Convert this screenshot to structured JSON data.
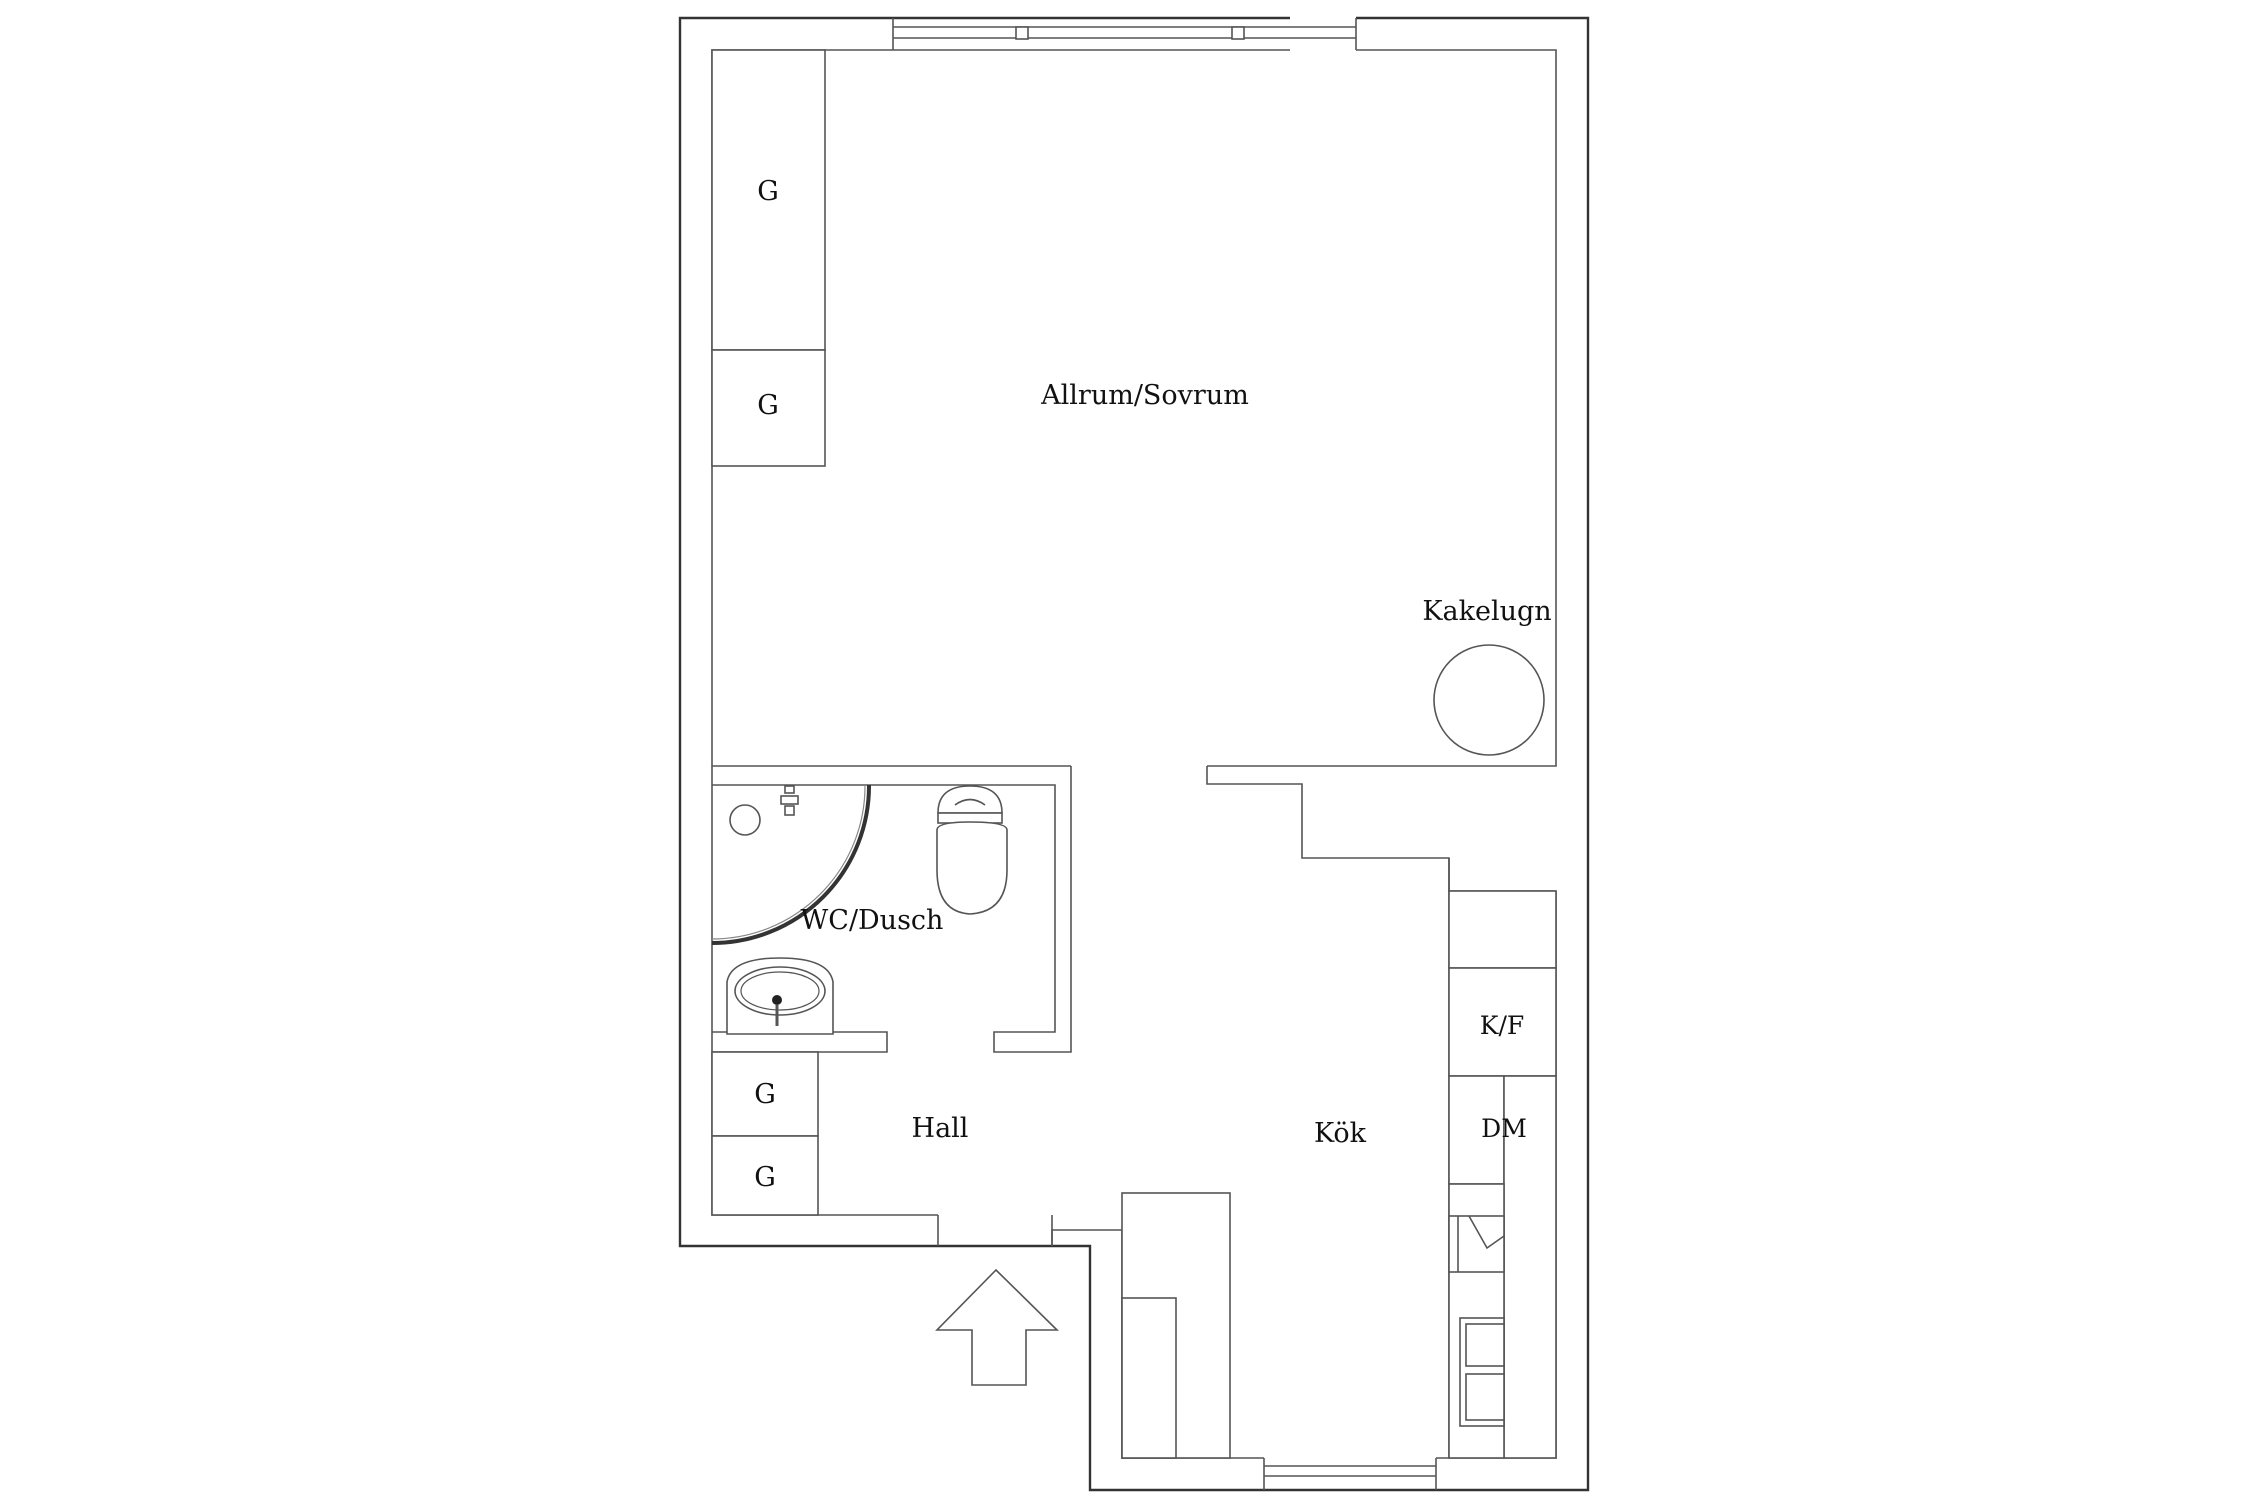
{
  "rooms": {
    "living": "Allrum/Sovrum",
    "bath": "WC/Dusch",
    "hall": "Hall",
    "kitchen": "Kök"
  },
  "fixtures": {
    "stove": "Kakelugn",
    "fridge_freezer": "K/F",
    "dishwasher": "DM"
  },
  "closets": {
    "living_top": "G",
    "living_bottom": "G",
    "hall_top": "G",
    "hall_bottom": "G"
  }
}
